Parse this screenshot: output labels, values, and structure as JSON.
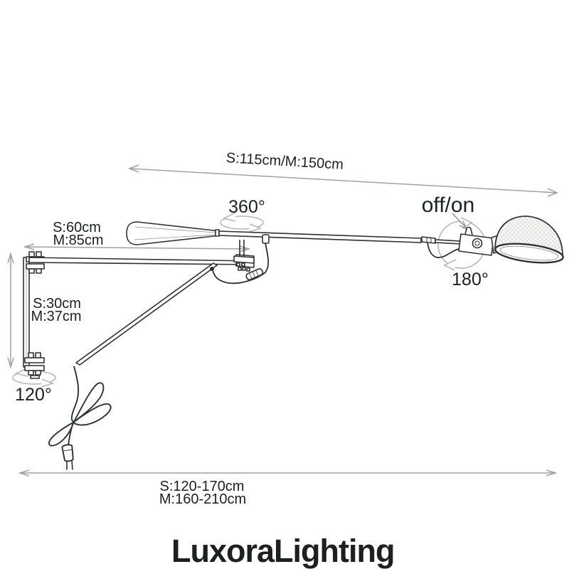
{
  "labels": {
    "arm_length": "S:115cm/M:150cm",
    "swivel_360": "360°",
    "on_off": "off/on",
    "back_arm_s": "S:60cm",
    "back_arm_m": "M:85cm",
    "plate_s": "S:30cm",
    "plate_m": "M:37cm",
    "head_180": "180°",
    "swivel_120": "120°",
    "reach_s": "S:120-170cm",
    "reach_m": "M:160-210cm"
  },
  "brand": {
    "part1": "Luxora",
    "part2": "Lighting",
    "color1": "#f2c57d",
    "color2": "#a5d4e3"
  },
  "palette": {
    "line_dark": "#2f3133",
    "dim_gray": "#9aa3a8",
    "symbol_gray": "#b3b8bb",
    "text_dark": "#1d1f20",
    "background": "#ffffff"
  }
}
